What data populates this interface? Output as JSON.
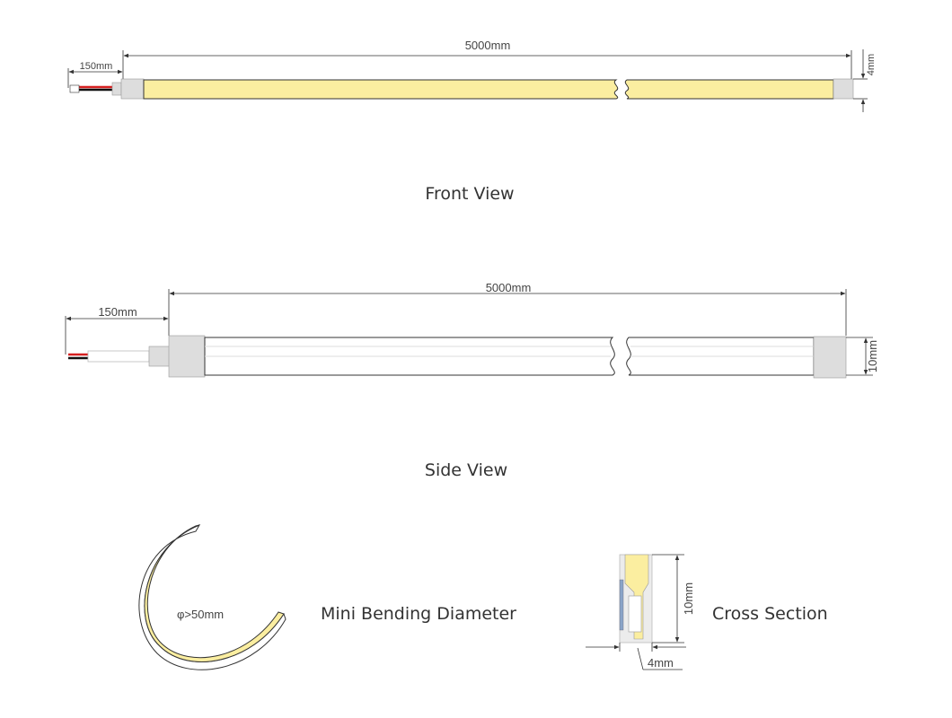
{
  "front_view": {
    "length_label": "5000mm",
    "lead_label": "150mm",
    "height_label": "4mm",
    "caption": "Front View"
  },
  "side_view": {
    "length_label": "5000mm",
    "lead_label": "150mm",
    "height_label": "10mm",
    "caption": "Side View"
  },
  "bending": {
    "diameter_label": "φ>50mm",
    "caption": "Mini Bending Diameter"
  },
  "cross_section": {
    "height_label": "10mm",
    "width_label": "4mm",
    "caption": "Cross Section"
  },
  "colors": {
    "led_yellow": "#fbeea0",
    "connector_gray": "#dddddd",
    "wire_red": "#d62020",
    "outline": "#333333"
  }
}
